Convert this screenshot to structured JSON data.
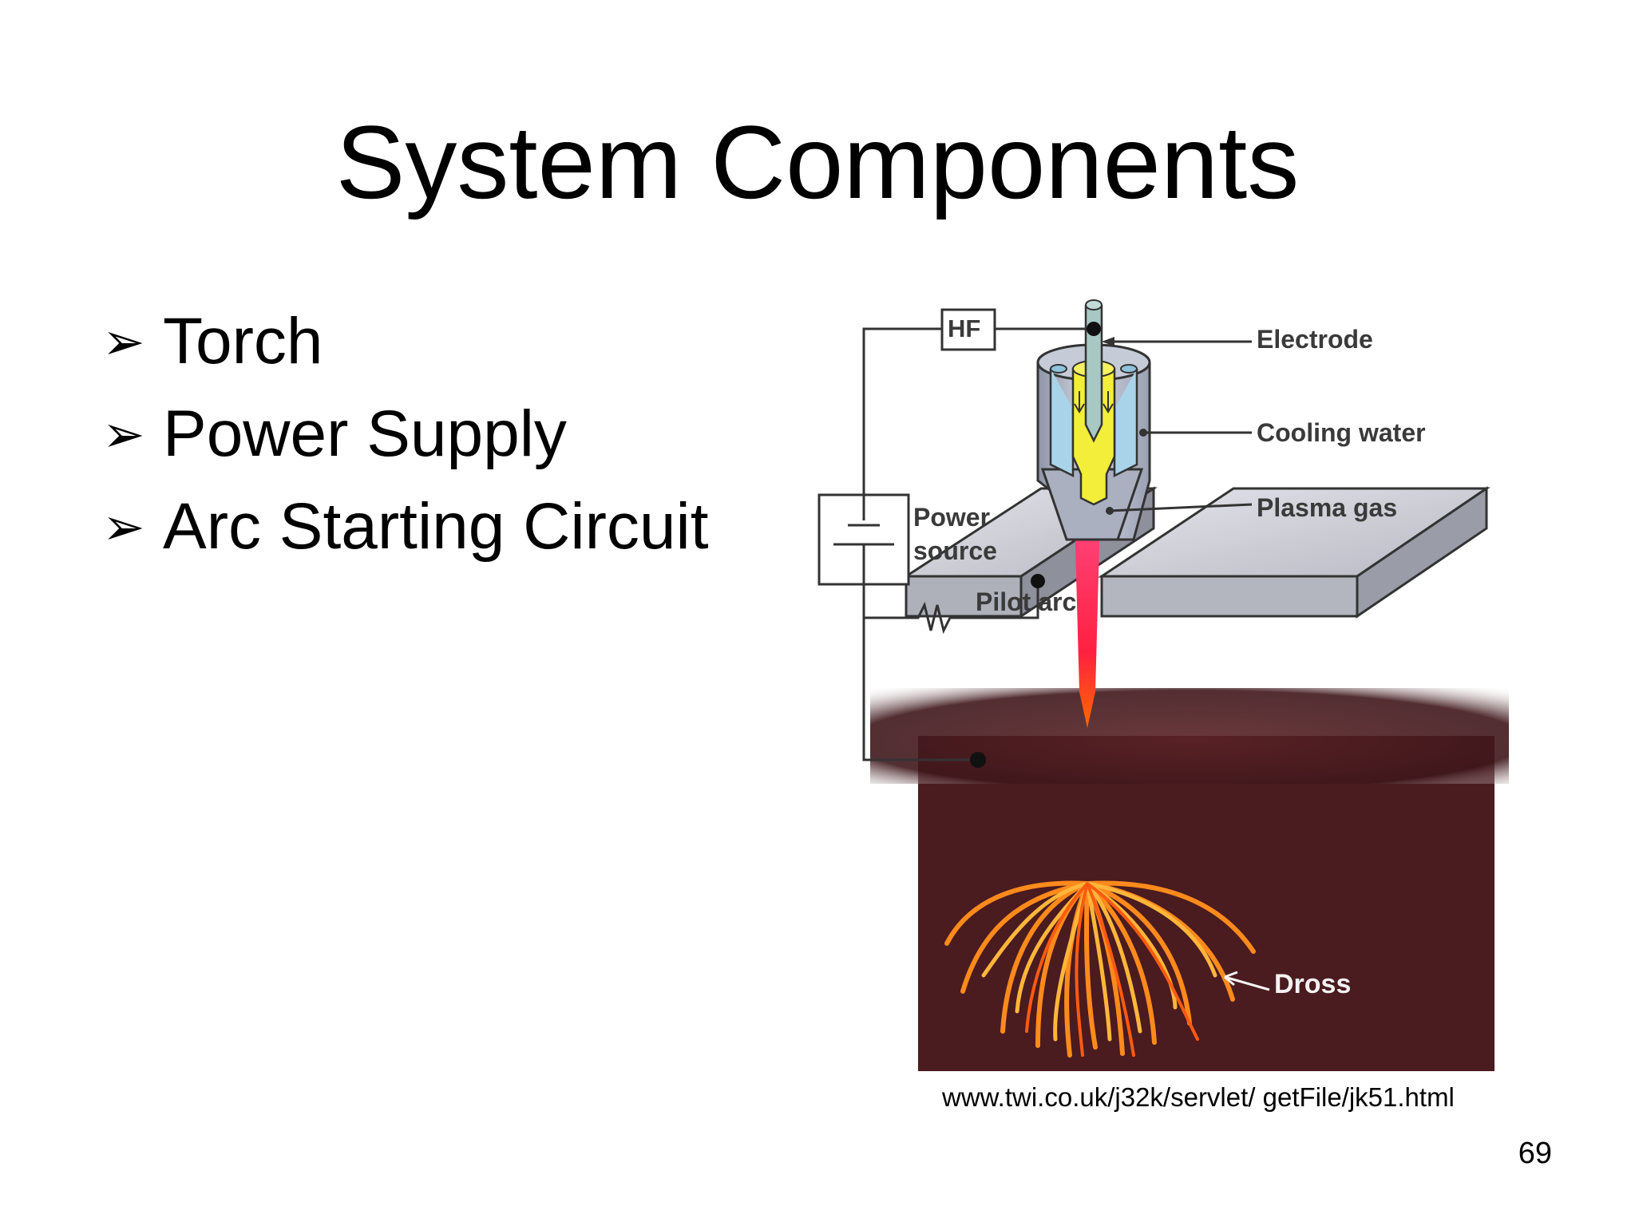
{
  "slide": {
    "title": "System Components",
    "bullets": [
      {
        "marker": "➢",
        "text": "Torch"
      },
      {
        "marker": "➢",
        "text": "Power Supply"
      },
      {
        "marker": "➢",
        "text": "Arc Starting Circuit"
      }
    ],
    "source_url": "www.twi.co.uk/j32k/servlet/ getFile/jk51.html",
    "page_number": "69"
  },
  "diagram": {
    "labels": {
      "hf": "HF",
      "electrode": "Electrode",
      "cooling_water": "Cooling water",
      "plasma_gas": "Plasma gas",
      "power_source_line1": "Power",
      "power_source_line2": "source",
      "pilot_arc": "Pilot arc",
      "dross": "Dross"
    },
    "colors": {
      "background_glow": "#4a1b1f",
      "nozzle": "#b9bfcf",
      "cooling_water": "#a9d3e8",
      "plasma_gas": "#f3ee3a",
      "electrode": "#a8c8c4",
      "plasma_jet": "#ff2d6a",
      "workpiece": "#c9c9d1",
      "dross_sparks": "#ff8a1c",
      "wire": "#333333"
    }
  }
}
